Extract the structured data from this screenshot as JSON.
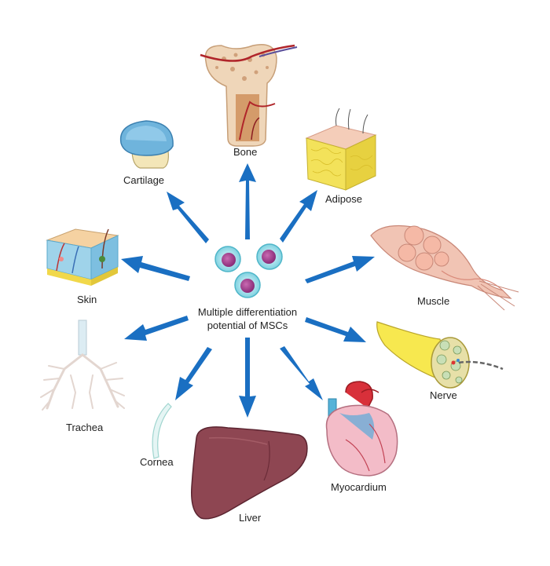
{
  "center": {
    "line1": "Multiple differentiation",
    "line2": "potential of MSCs"
  },
  "labels": {
    "bone": "Bone",
    "cartilage": "Cartilage",
    "adipose": "Adipose",
    "skin": "Skin",
    "muscle": "Muscle",
    "trachea": "Trachea",
    "nerve": "Nerve",
    "cornea": "Cornea",
    "liver": "Liver",
    "myocardium": "Myocardium"
  },
  "colors": {
    "arrow": "#1a6fc2",
    "cell_membrane": "#7fd1e0",
    "cell_nucleus": "#a23c8c"
  }
}
